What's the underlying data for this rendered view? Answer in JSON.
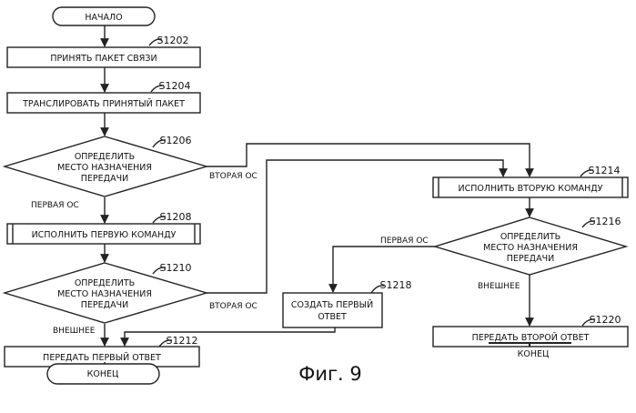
{
  "nodes": {
    "start": "НАЧАЛО",
    "receive": "ПРИНЯТЬ ПАКЕТ СВЯЗИ",
    "translate": "ТРАНСЛИРОВАТЬ ПРИНЯТЫЙ ПАКЕТ",
    "decision1": [
      "ОПРЕДЕЛИТЬ",
      "МЕСТО НАЗНАЧЕНИЯ",
      "ПЕРЕДАЧИ"
    ],
    "exec_first": "ИСПОЛНИТЬ ПЕРВУЮ КОМАНДУ",
    "decision2": [
      "ОПРЕДЕЛИТЬ",
      "МЕСТО НАЗНАЧЕНИЯ",
      "ПЕРЕДАЧИ"
    ],
    "send_first": "ПЕРЕДАТЬ ПЕРВЫЙ ОТВЕТ",
    "end_left": "КОНЕЦ",
    "exec_second": "ИСПОЛНИТЬ ВТОРУЮ КОМАНДУ",
    "decision3": [
      "ОПРЕДЕЛИТЬ",
      "МЕСТО НАЗНАЧЕНИЯ",
      "ПЕРЕДАЧИ"
    ],
    "create_first": [
      "СОЗДАТЬ ПЕРВЫЙ",
      "ОТВЕТ"
    ],
    "send_second": "ПЕРЕДАТЬ ВТОРОЙ ОТВЕТ",
    "end_right": "КОНЕЦ"
  },
  "steps": {
    "s1202": "S1202",
    "s1204": "S1204",
    "s1206": "S1206",
    "s1208": "S1208",
    "s1210": "S1210",
    "s1212": "S1212",
    "s1214": "S1214",
    "s1216": "S1216",
    "s1218": "S1218",
    "s1220": "S1220"
  },
  "edge_labels": {
    "d1_right": "ВТОРАЯ ОС",
    "d1_down": "ПЕРВАЯ ОС",
    "d2_right": "ВТОРАЯ ОС",
    "d2_down": "ВНЕШНЕЕ",
    "d3_left": "ПЕРВАЯ ОС",
    "d3_down": "ВНЕШНЕЕ"
  },
  "caption": "Фиг. 9"
}
